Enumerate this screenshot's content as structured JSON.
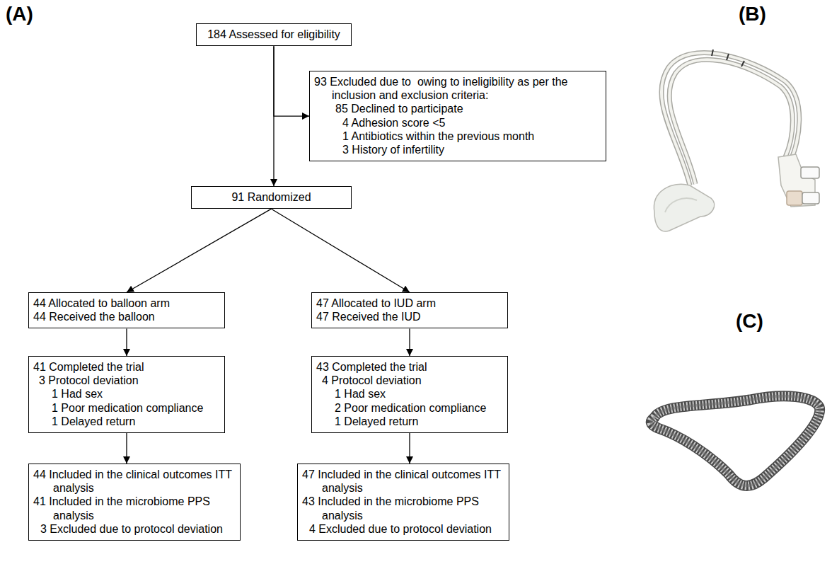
{
  "diagram": {
    "nodes": [
      {
        "text": [
          "184 Assessed for eligibility"
        ]
      },
      {
        "text": [
          "93 Excluded due to  owing to ineligibility as per the inclusion and exclusion criteria:",
          "85 Declined to participate",
          "4 Adhesion score <5",
          "1 Antibiotics within the previous month",
          "3 History of infertility"
        ]
      },
      {
        "text": [
          "91 Randomized"
        ]
      },
      {
        "text": [
          "44 Allocated to balloon arm",
          "44 Received the balloon"
        ]
      },
      {
        "text": [
          "47 Allocated to IUD arm",
          "47 Received the IUD"
        ]
      },
      {
        "text": [
          "41 Completed the trial",
          "3 Protocol deviation",
          "1 Had sex",
          "1 Poor medication compliance",
          "1 Delayed return"
        ]
      },
      {
        "text": [
          "43 Completed the trial",
          "4 Protocol deviation",
          "1 Had sex",
          "2 Poor medication compliance",
          "1 Delayed return"
        ]
      },
      {
        "text": [
          "44 Included in the clinical outcomes ITT analysis",
          "41 Included in the microbiome PPS analysis",
          "3 Excluded due to protocol deviation"
        ]
      },
      {
        "text": [
          "47 Included in the clinical outcomes ITT analysis",
          "43 Included in the microbiome PPS analysis",
          "4 Excluded due to protocol deviation"
        ]
      }
    ],
    "edges": [
      {
        "from": 0,
        "to": 2,
        "arrow": "to"
      },
      {
        "from": 0,
        "to": 1,
        "arrow": "to"
      },
      {
        "from": 2,
        "to": 3,
        "arrow": "to"
      },
      {
        "from": 2,
        "to": 4,
        "arrow": "to"
      },
      {
        "from": 3,
        "to": 5,
        "arrow": "to"
      },
      {
        "from": 4,
        "to": 6,
        "arrow": "to"
      },
      {
        "from": 5,
        "to": 7,
        "arrow": "to"
      },
      {
        "from": 6,
        "to": 8,
        "arrow": "to"
      }
    ],
    "labels": [
      "(A)",
      "(B)",
      "(C)"
    ]
  }
}
